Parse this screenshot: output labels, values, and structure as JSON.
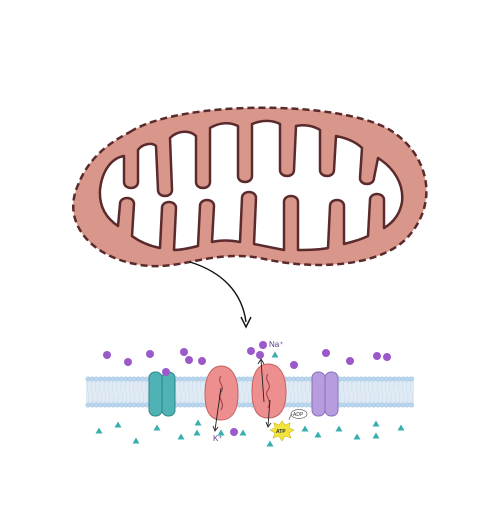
{
  "labels": {
    "sodium": "Na⁺",
    "potassium": "K⁺",
    "atp": "ATP",
    "adp": "ADP"
  },
  "colors": {
    "mito_fill": "#d8978a",
    "mito_outline": "#5a2a2c",
    "mito_lumen": "#ffffff",
    "membrane_head": "#b9d6ee",
    "membrane_tail": "#dfeaf4",
    "channel_teal": "#4fb3b5",
    "pump_red": "#ee8f8f",
    "channel_purple": "#b79ce0",
    "sodium_ion": "#9b59c9",
    "potassium_ion": "#39aeae",
    "atp": "#f3e43a"
  },
  "icons": {
    "mitochondrion": "mitochondrion-icon",
    "arrow": "curved-arrow-icon",
    "sodium": "sodium-ion-icon",
    "potassium": "potassium-ion-icon",
    "atp": "atp-starburst-icon"
  }
}
